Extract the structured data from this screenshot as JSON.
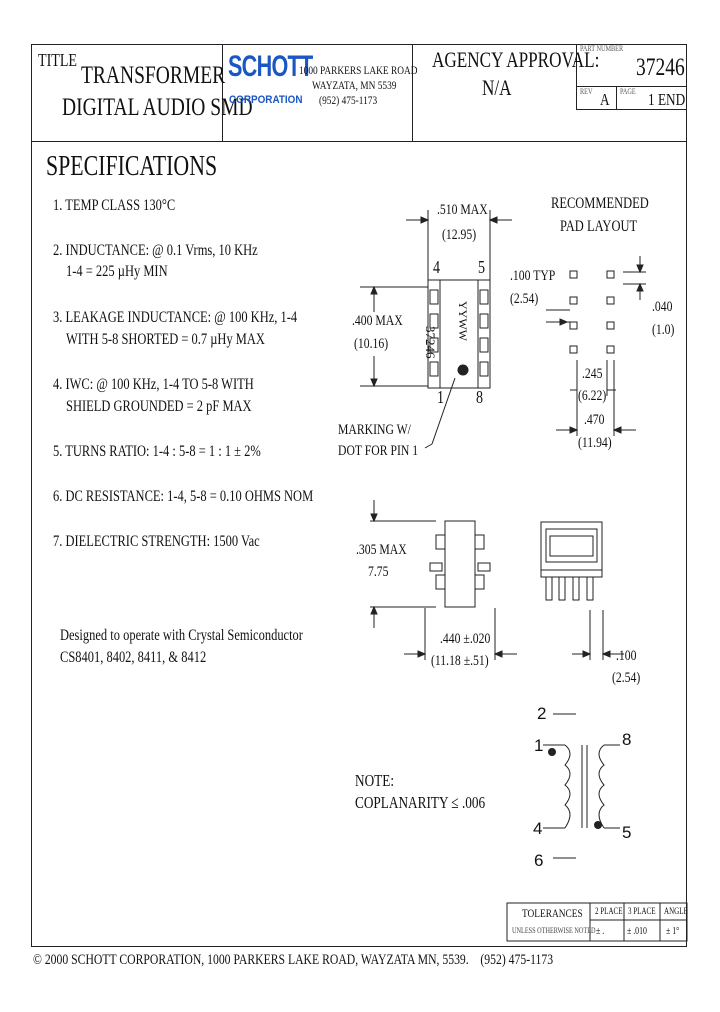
{
  "title_block": {
    "title_label": "TITLE",
    "title_line1": "TRANSFORMER",
    "title_line2": "DIGITAL AUDIO SMD",
    "company_logo": "SCHOTT",
    "company_sub": "CORPORATION",
    "address_line1": "1000 PARKERS LAKE ROAD",
    "address_line2": "WAYZATA, MN 5539",
    "address_line3": "(952) 475-1173",
    "agency_label": "AGENCY APPROVAL:",
    "agency_value": "N/A",
    "part_number_label": "PART NUMBER",
    "part_number": "37246",
    "rev_label": "REV",
    "rev_value": "A",
    "page_label": "PAGE",
    "page_value": "1 END"
  },
  "specs": {
    "heading": "SPECIFICATIONS",
    "items": [
      {
        "line1": "1. TEMP CLASS 130°C",
        "line2": ""
      },
      {
        "line1": "2. INDUCTANCE: @ 0.1 Vrms, 10 KHz",
        "line2": "1-4 = 225 µHy MIN"
      },
      {
        "line1": "3. LEAKAGE INDUCTANCE: @ 100 KHz, 1-4",
        "line2": "WITH 5-8 SHORTED = 0.7 µHy MAX"
      },
      {
        "line1": "4. IWC: @ 100 KHz, 1-4 TO 5-8 WITH",
        "line2": "SHIELD GROUNDED = 2 pF MAX"
      },
      {
        "line1": "5. TURNS RATIO: 1-4 : 5-8 = 1 : 1 ± 2%",
        "line2": ""
      },
      {
        "line1": "6. DC RESISTANCE: 1-4, 5-8 = 0.10 OHMS NOM",
        "line2": ""
      },
      {
        "line1": "7. DIELECTRIC STRENGTH: 1500 Vac",
        "line2": ""
      }
    ],
    "note_line1": "Designed to operate with Crystal Semiconductor",
    "note_line2": "CS8401, 8402, 8411, & 8412"
  },
  "top_view": {
    "width_dim": ".510 MAX",
    "width_dim_mm": "(12.95)",
    "height_dim": ".400 MAX",
    "height_dim_mm": "(10.16)",
    "pin_4": "4",
    "pin_5": "5",
    "pin_1": "1",
    "pin_8": "8",
    "body_text1": "37246",
    "body_text2": "YYWW",
    "marking_line1": "MARKING W/",
    "marking_line2": "DOT FOR PIN 1"
  },
  "pad_layout": {
    "title_line1": "RECOMMENDED",
    "title_line2": "PAD LAYOUT",
    "pitch_dim": ".100 TYP",
    "pitch_dim_mm": "(2.54)",
    "pad_dim": ".040",
    "pad_dim_mm": "(1.0)",
    "inner_dim": ".245",
    "inner_dim_mm": "(6.22)",
    "outer_dim": ".470",
    "outer_dim_mm": "(11.94)"
  },
  "side_view": {
    "height_dim": ".305 MAX",
    "height_dim_mm": "7.75",
    "width_dim": ".440 ±.020",
    "width_dim_mm": "(11.18 ±.51)",
    "pitch_dim": ".100",
    "pitch_dim_mm": "(2.54)"
  },
  "schematic": {
    "pin_2": "2",
    "pin_1": "1",
    "pin_4": "4",
    "pin_6": "6",
    "pin_8": "8",
    "pin_5": "5"
  },
  "note": {
    "line1": "NOTE:",
    "line2": "COPLANARITY ≤ .006"
  },
  "tolerances": {
    "label": "TOLERANCES",
    "sub_label": "UNLESS OTHERWISE NOTED",
    "col1": "2 PLACE",
    "col2": "3 PLACE",
    "col3": "ANGLE",
    "val1": "± .",
    "val2": "± .010",
    "val3": "± 1°"
  },
  "footer": "© 2000 SCHOTT CORPORATION, 1000 PARKERS LAKE ROAD, WAYZATA MN, 5539.    (952) 475-1173"
}
